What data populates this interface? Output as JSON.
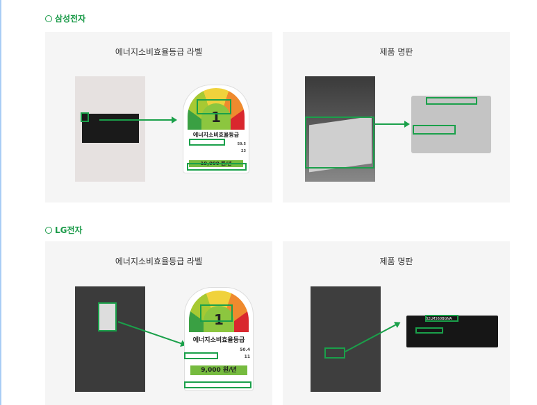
{
  "sections": [
    {
      "title": "삼성전자",
      "label_panel_title": "에너지소비효율등급 라벨",
      "plate_panel_title": "제품 명판",
      "label": {
        "grade": "1",
        "heading": "에너지소비효율등급",
        "value1": "59.5",
        "value2": "23",
        "cost": "19,000 원/년"
      }
    },
    {
      "title": "LG전자",
      "label_panel_title": "에너지소비효율등급 라벨",
      "plate_panel_title": "제품 명판",
      "label": {
        "grade": "1",
        "heading": "에너지소비효율등급",
        "value1": "50.4",
        "value2": "11",
        "cost": "9,000 원/년"
      },
      "plate_model": "32LM560BGNA"
    }
  ],
  "colors": {
    "accent": "#1a9a48",
    "box": "#1aa04a"
  }
}
